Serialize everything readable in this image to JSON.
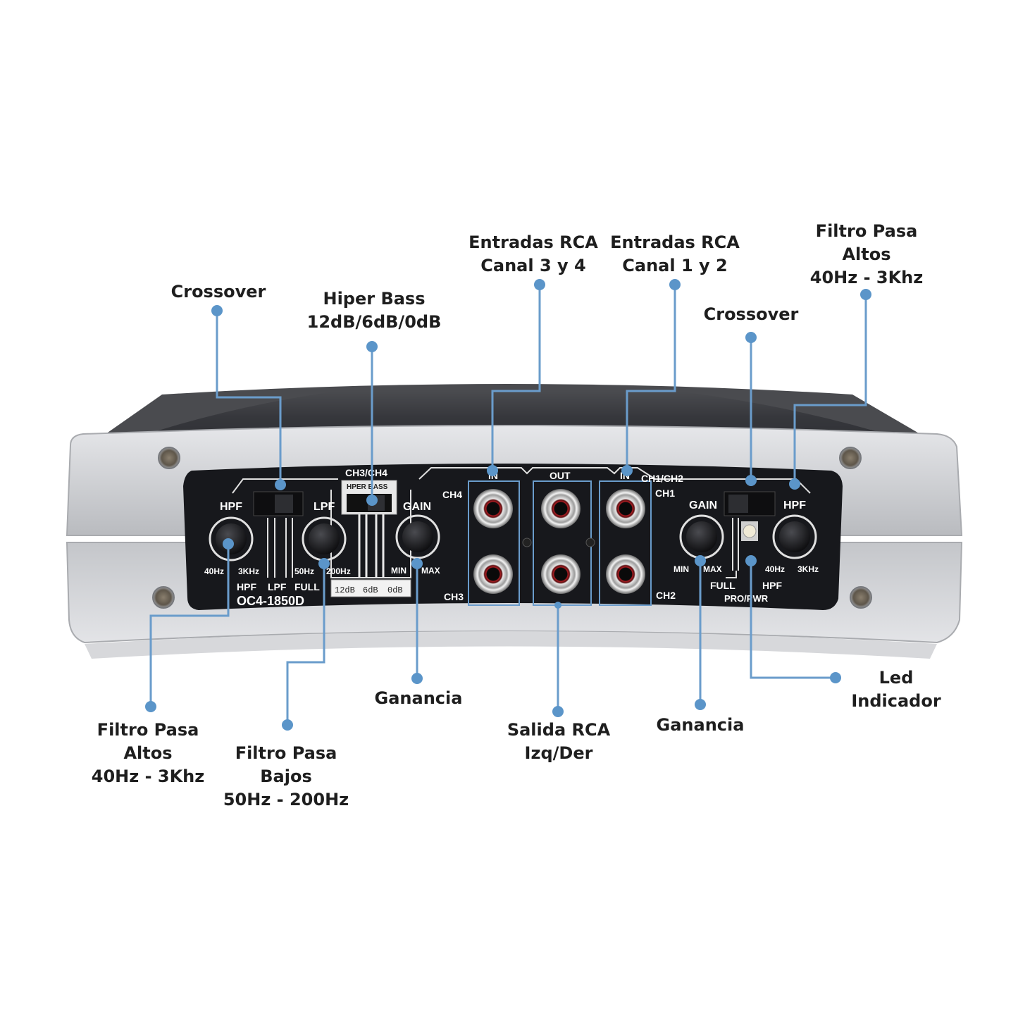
{
  "device": {
    "model": "OC4-1850D",
    "panel_labels": {
      "ch34_group": "CH3/CH4",
      "ch12_group": "CH1/CH2",
      "hyper_bass": "HPER BASS",
      "hpf": "HPF",
      "lpf": "LPF",
      "gain": "GAIN",
      "full": "FULL",
      "in": "IN",
      "out": "OUT",
      "ch1": "CH1",
      "ch2": "CH2",
      "ch3": "CH3",
      "ch4": "CH4",
      "hz40": "40Hz",
      "khz3": "3KHz",
      "hz50": "50Hz",
      "hz200": "200Hz",
      "min": "MIN",
      "max": "MAX",
      "db12": "12dB",
      "db6": "6dB",
      "db0": "0dB",
      "pro_pwr": "PRO/PWR"
    }
  },
  "callouts": {
    "crossover_left": [
      "Crossover"
    ],
    "hiper_bass": [
      "Hiper Bass",
      "12dB/6dB/0dB"
    ],
    "rca_in_34": [
      "Entradas RCA",
      "Canal 3 y 4"
    ],
    "rca_in_12": [
      "Entradas RCA",
      "Canal 1 y 2"
    ],
    "crossover_right": [
      "Crossover"
    ],
    "hpf_right": [
      "Filtro Pasa",
      "Altos",
      "40Hz - 3Khz"
    ],
    "hpf_left": [
      "Filtro Pasa",
      "Altos",
      "40Hz - 3Khz"
    ],
    "lpf": [
      "Filtro Pasa",
      "Bajos",
      "50Hz - 200Hz"
    ],
    "gain_left": [
      "Ganancia"
    ],
    "rca_out": [
      "Salida RCA",
      "Izq/Der"
    ],
    "gain_right": [
      "Ganancia"
    ],
    "led": [
      "Led",
      "Indicador"
    ]
  },
  "colors": {
    "leader": "#6a9ccb",
    "dot": "#5b95c9",
    "panel": "#17181c",
    "housing": "#c9cbcf"
  }
}
